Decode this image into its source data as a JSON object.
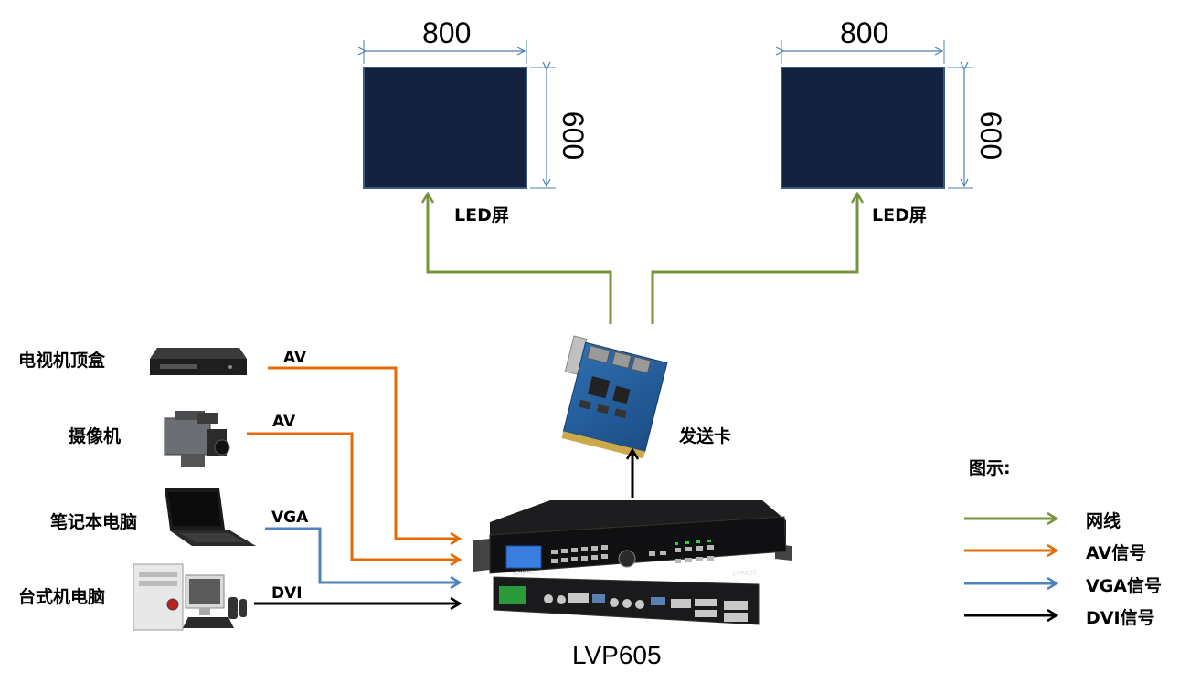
{
  "screens": [
    {
      "label": "LED屏",
      "width": "800",
      "height": "600"
    },
    {
      "label": "LED屏",
      "width": "800",
      "height": "600"
    }
  ],
  "sender_card": {
    "label": "发送卡"
  },
  "processor": {
    "label": "LVP605",
    "brand": "VDWALL",
    "model_mark": "LVP605"
  },
  "sources": [
    {
      "name": "电视机顶盒",
      "icon": "set-top-box-icon",
      "signal": "AV"
    },
    {
      "name": "摄像机",
      "icon": "camcorder-icon",
      "signal": "AV"
    },
    {
      "name": "笔记本电脑",
      "icon": "laptop-icon",
      "signal": "VGA"
    },
    {
      "name": "台式机电脑",
      "icon": "desktop-computer-icon",
      "signal": "DVI"
    }
  ],
  "legend": {
    "title": "图示:",
    "items": [
      {
        "label": "网线",
        "color": "#77933c"
      },
      {
        "label": "AV信号",
        "color": "#e36c09"
      },
      {
        "label": "VGA信号",
        "color": "#4f81bd"
      },
      {
        "label": "DVI信号",
        "color": "#000000"
      }
    ]
  },
  "colors": {
    "network": "#77933c",
    "av": "#e36c09",
    "vga": "#4f81bd",
    "dvi": "#000000",
    "screen_fill": "#14223f",
    "dimension_line": "#4a7fb5"
  }
}
